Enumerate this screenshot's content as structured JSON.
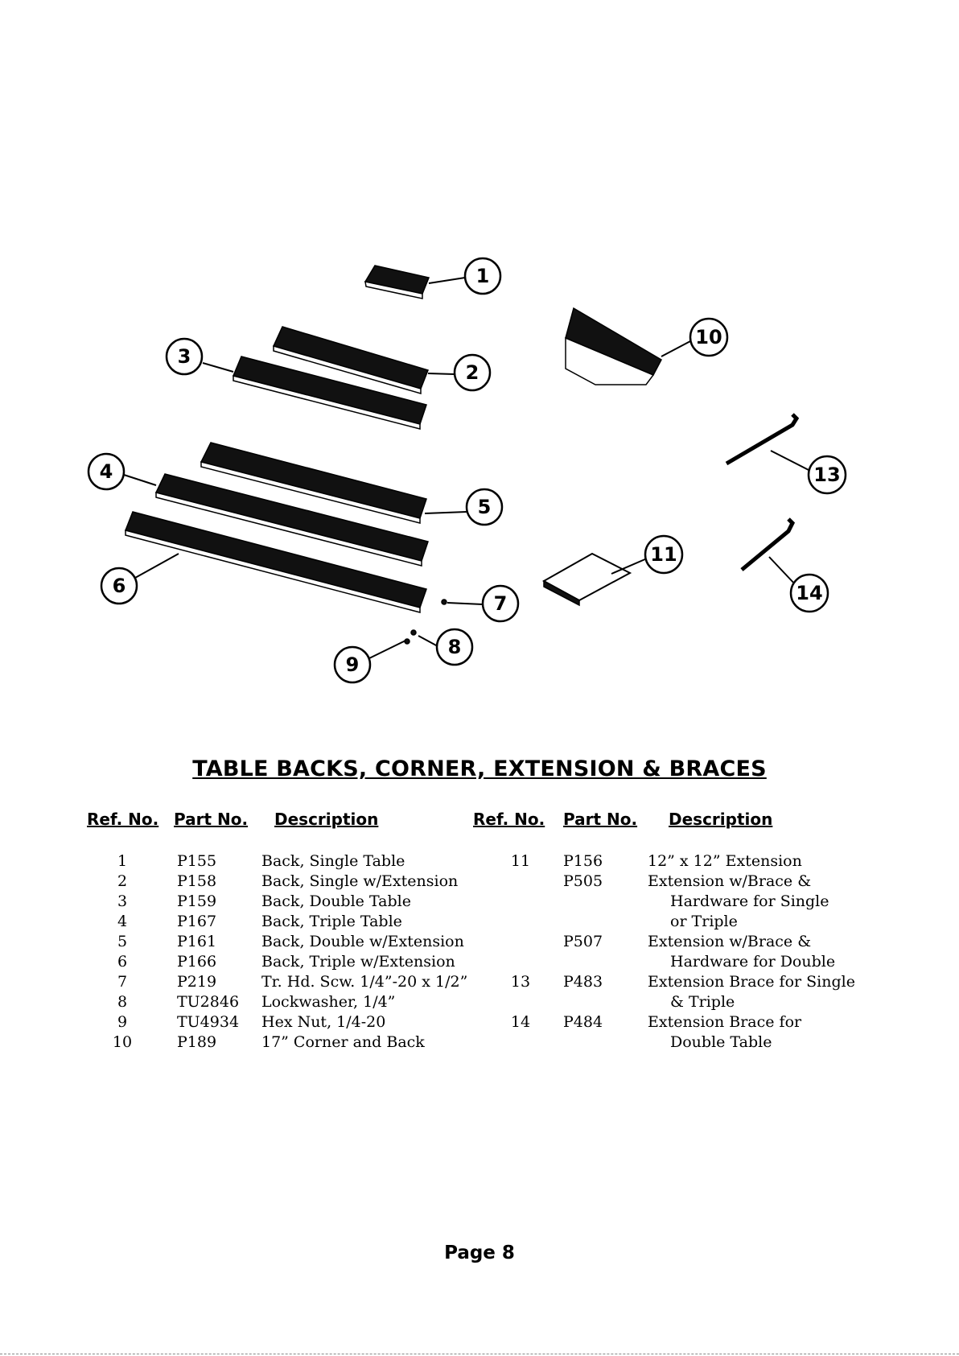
{
  "diagram": {
    "callouts": [
      "1",
      "2",
      "3",
      "4",
      "5",
      "6",
      "7",
      "8",
      "9",
      "10",
      "11",
      "13",
      "14"
    ]
  },
  "title": "TABLE BACKS, CORNER, EXTENSION & BRACES",
  "headers": {
    "left": {
      "ref": "Ref. No.",
      "part": "Part No.",
      "desc": "Description"
    },
    "right": {
      "ref": "Ref. No.",
      "part": "Part No.",
      "desc": "Description"
    }
  },
  "left_rows": [
    {
      "ref": "1",
      "part": "P155",
      "desc": "Back, Single Table"
    },
    {
      "ref": "2",
      "part": "P158",
      "desc": "Back, Single w/Extension"
    },
    {
      "ref": "3",
      "part": "P159",
      "desc": "Back, Double Table"
    },
    {
      "ref": "4",
      "part": "P167",
      "desc": "Back, Triple Table"
    },
    {
      "ref": "5",
      "part": "P161",
      "desc": "Back, Double w/Extension"
    },
    {
      "ref": "6",
      "part": "P166",
      "desc": "Back, Triple w/Extension"
    },
    {
      "ref": "7",
      "part": "P219",
      "desc": "Tr. Hd. Scw. 1/4”-20 x 1/2”"
    },
    {
      "ref": "8",
      "part": "TU2846",
      "desc": "Lockwasher, 1/4”"
    },
    {
      "ref": "9",
      "part": "TU4934",
      "desc": "Hex Nut, 1/4-20"
    },
    {
      "ref": "10",
      "part": "P189",
      "desc": "17” Corner and Back"
    }
  ],
  "right_rows": [
    {
      "ref": "11",
      "part": "P156",
      "desc": "12” x 12” Extension",
      "indent": false
    },
    {
      "ref": "",
      "part": "P505",
      "desc": "Extension w/Brace &",
      "indent": false
    },
    {
      "ref": "",
      "part": "",
      "desc": "Hardware for Single",
      "indent": true
    },
    {
      "ref": "",
      "part": "",
      "desc": "or Triple",
      "indent": true
    },
    {
      "ref": "",
      "part": "P507",
      "desc": "Extension w/Brace &",
      "indent": false
    },
    {
      "ref": "",
      "part": "",
      "desc": "Hardware for Double",
      "indent": true
    },
    {
      "ref": "13",
      "part": "P483",
      "desc": "Extension Brace for Single",
      "indent": false
    },
    {
      "ref": "",
      "part": "",
      "desc": "& Triple",
      "indent": true
    },
    {
      "ref": "14",
      "part": "P484",
      "desc": "Extension Brace for",
      "indent": false
    },
    {
      "ref": "",
      "part": "",
      "desc": "Double Table",
      "indent": true
    }
  ],
  "footer": "Page 8"
}
